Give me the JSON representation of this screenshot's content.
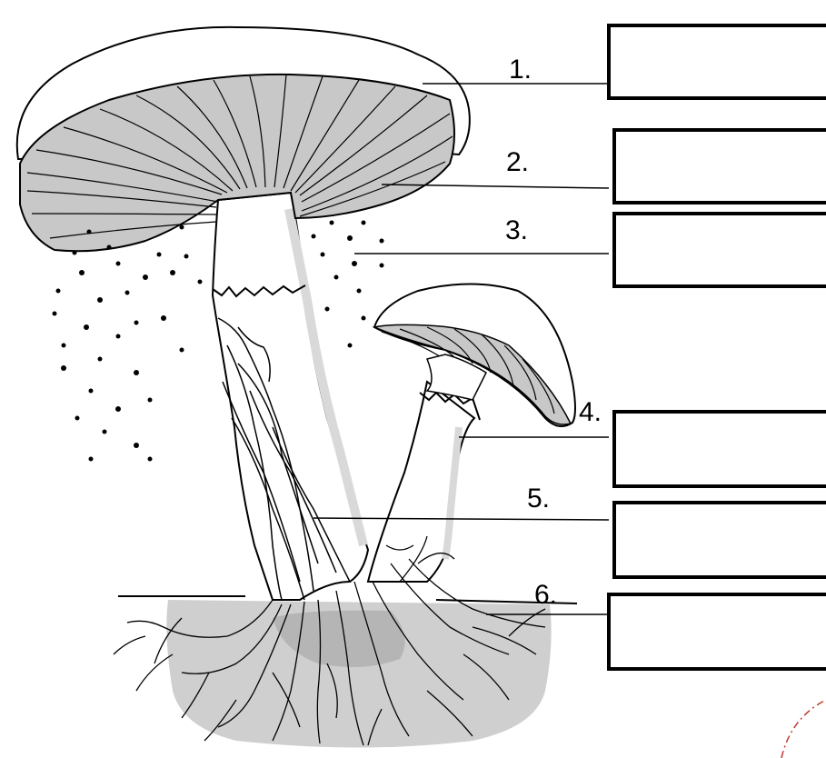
{
  "labels": [
    {
      "number": "1.",
      "answer": ""
    },
    {
      "number": "2.",
      "answer": ""
    },
    {
      "number": "3.",
      "answer": ""
    },
    {
      "number": "4.",
      "answer": ""
    },
    {
      "number": "5.",
      "answer": ""
    },
    {
      "number": "6.",
      "answer": ""
    }
  ],
  "colors": {
    "line": "#000000",
    "gill_fill": "#c8c8c8",
    "soil_fill": "#cfcfcf",
    "soil_dark": "#b5b5b5",
    "stalk_shade": "#d9d9d9",
    "accent_corner": "#c0392b"
  }
}
